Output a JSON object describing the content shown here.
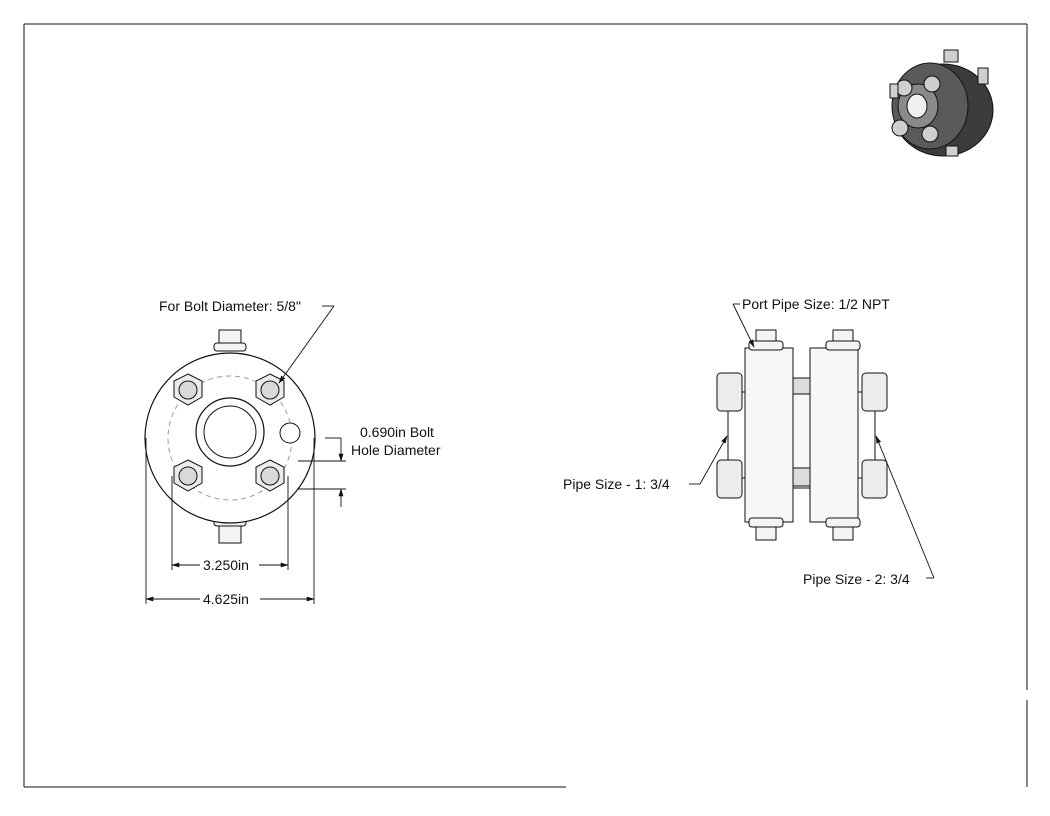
{
  "labels": {
    "bolt_diameter": "For Bolt Diameter: 5/8\"",
    "hole_diameter_line1": "0.690in Bolt",
    "hole_diameter_line2": "Hole Diameter",
    "bolt_circle": "3.250in",
    "outer_diameter": "4.625in",
    "port_pipe": "Port Pipe Size: 1/2 NPT",
    "pipe_size_1": "Pipe Size - 1: 3/4",
    "pipe_size_2": "Pipe Size - 2: 3/4"
  },
  "colors": {
    "line": "#111111",
    "hidden": "#9a9a9a",
    "body_fill": "#f7f7f7",
    "iso_dark": "#4a4a4a"
  }
}
